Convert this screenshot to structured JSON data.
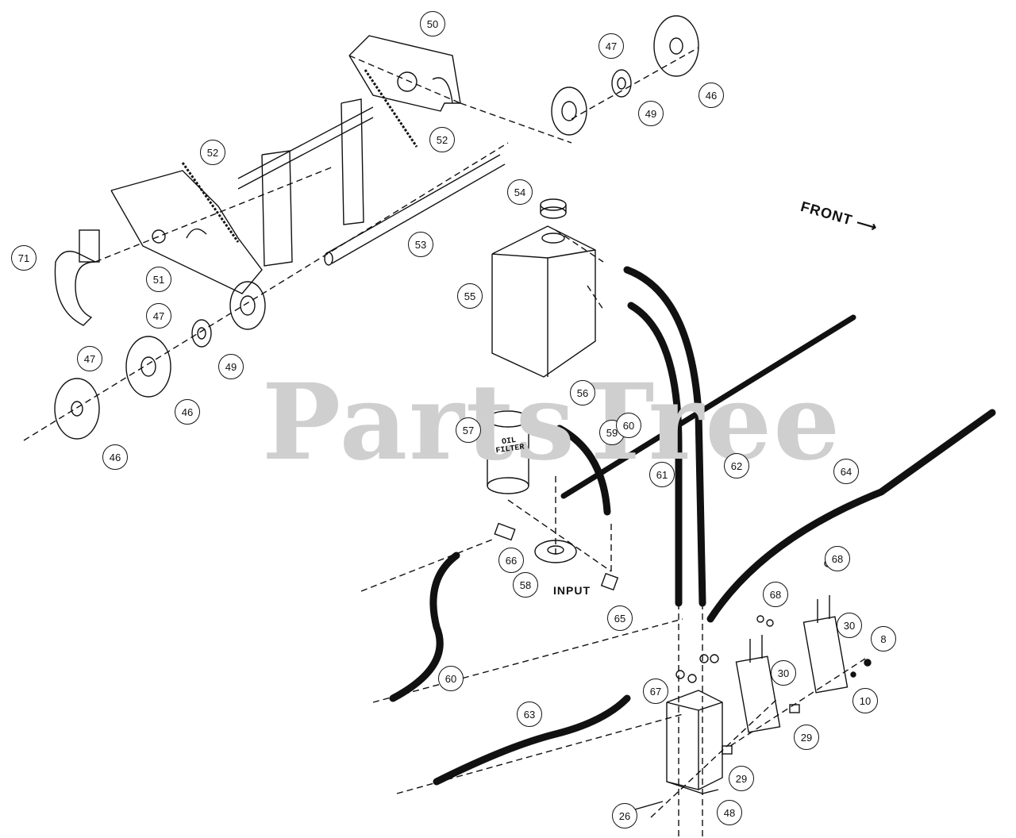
{
  "watermark": "PartsTree",
  "labels": {
    "front": "FRONT",
    "input": "INPUT",
    "oil_filter": "OIL FILTER"
  },
  "callouts": [
    "50",
    "47",
    "46",
    "49",
    "52",
    "52",
    "53",
    "54",
    "71",
    "51",
    "47",
    "49",
    "47",
    "46",
    "46",
    "55",
    "56",
    "57",
    "59",
    "60",
    "61",
    "62",
    "64",
    "66",
    "58",
    "65",
    "60",
    "68",
    "68",
    "30",
    "30",
    "8",
    "10",
    "67",
    "63",
    "29",
    "29",
    "26",
    "48"
  ],
  "colors": {
    "line": "#111111",
    "watermark": "#cfcfcf",
    "background": "#ffffff"
  }
}
